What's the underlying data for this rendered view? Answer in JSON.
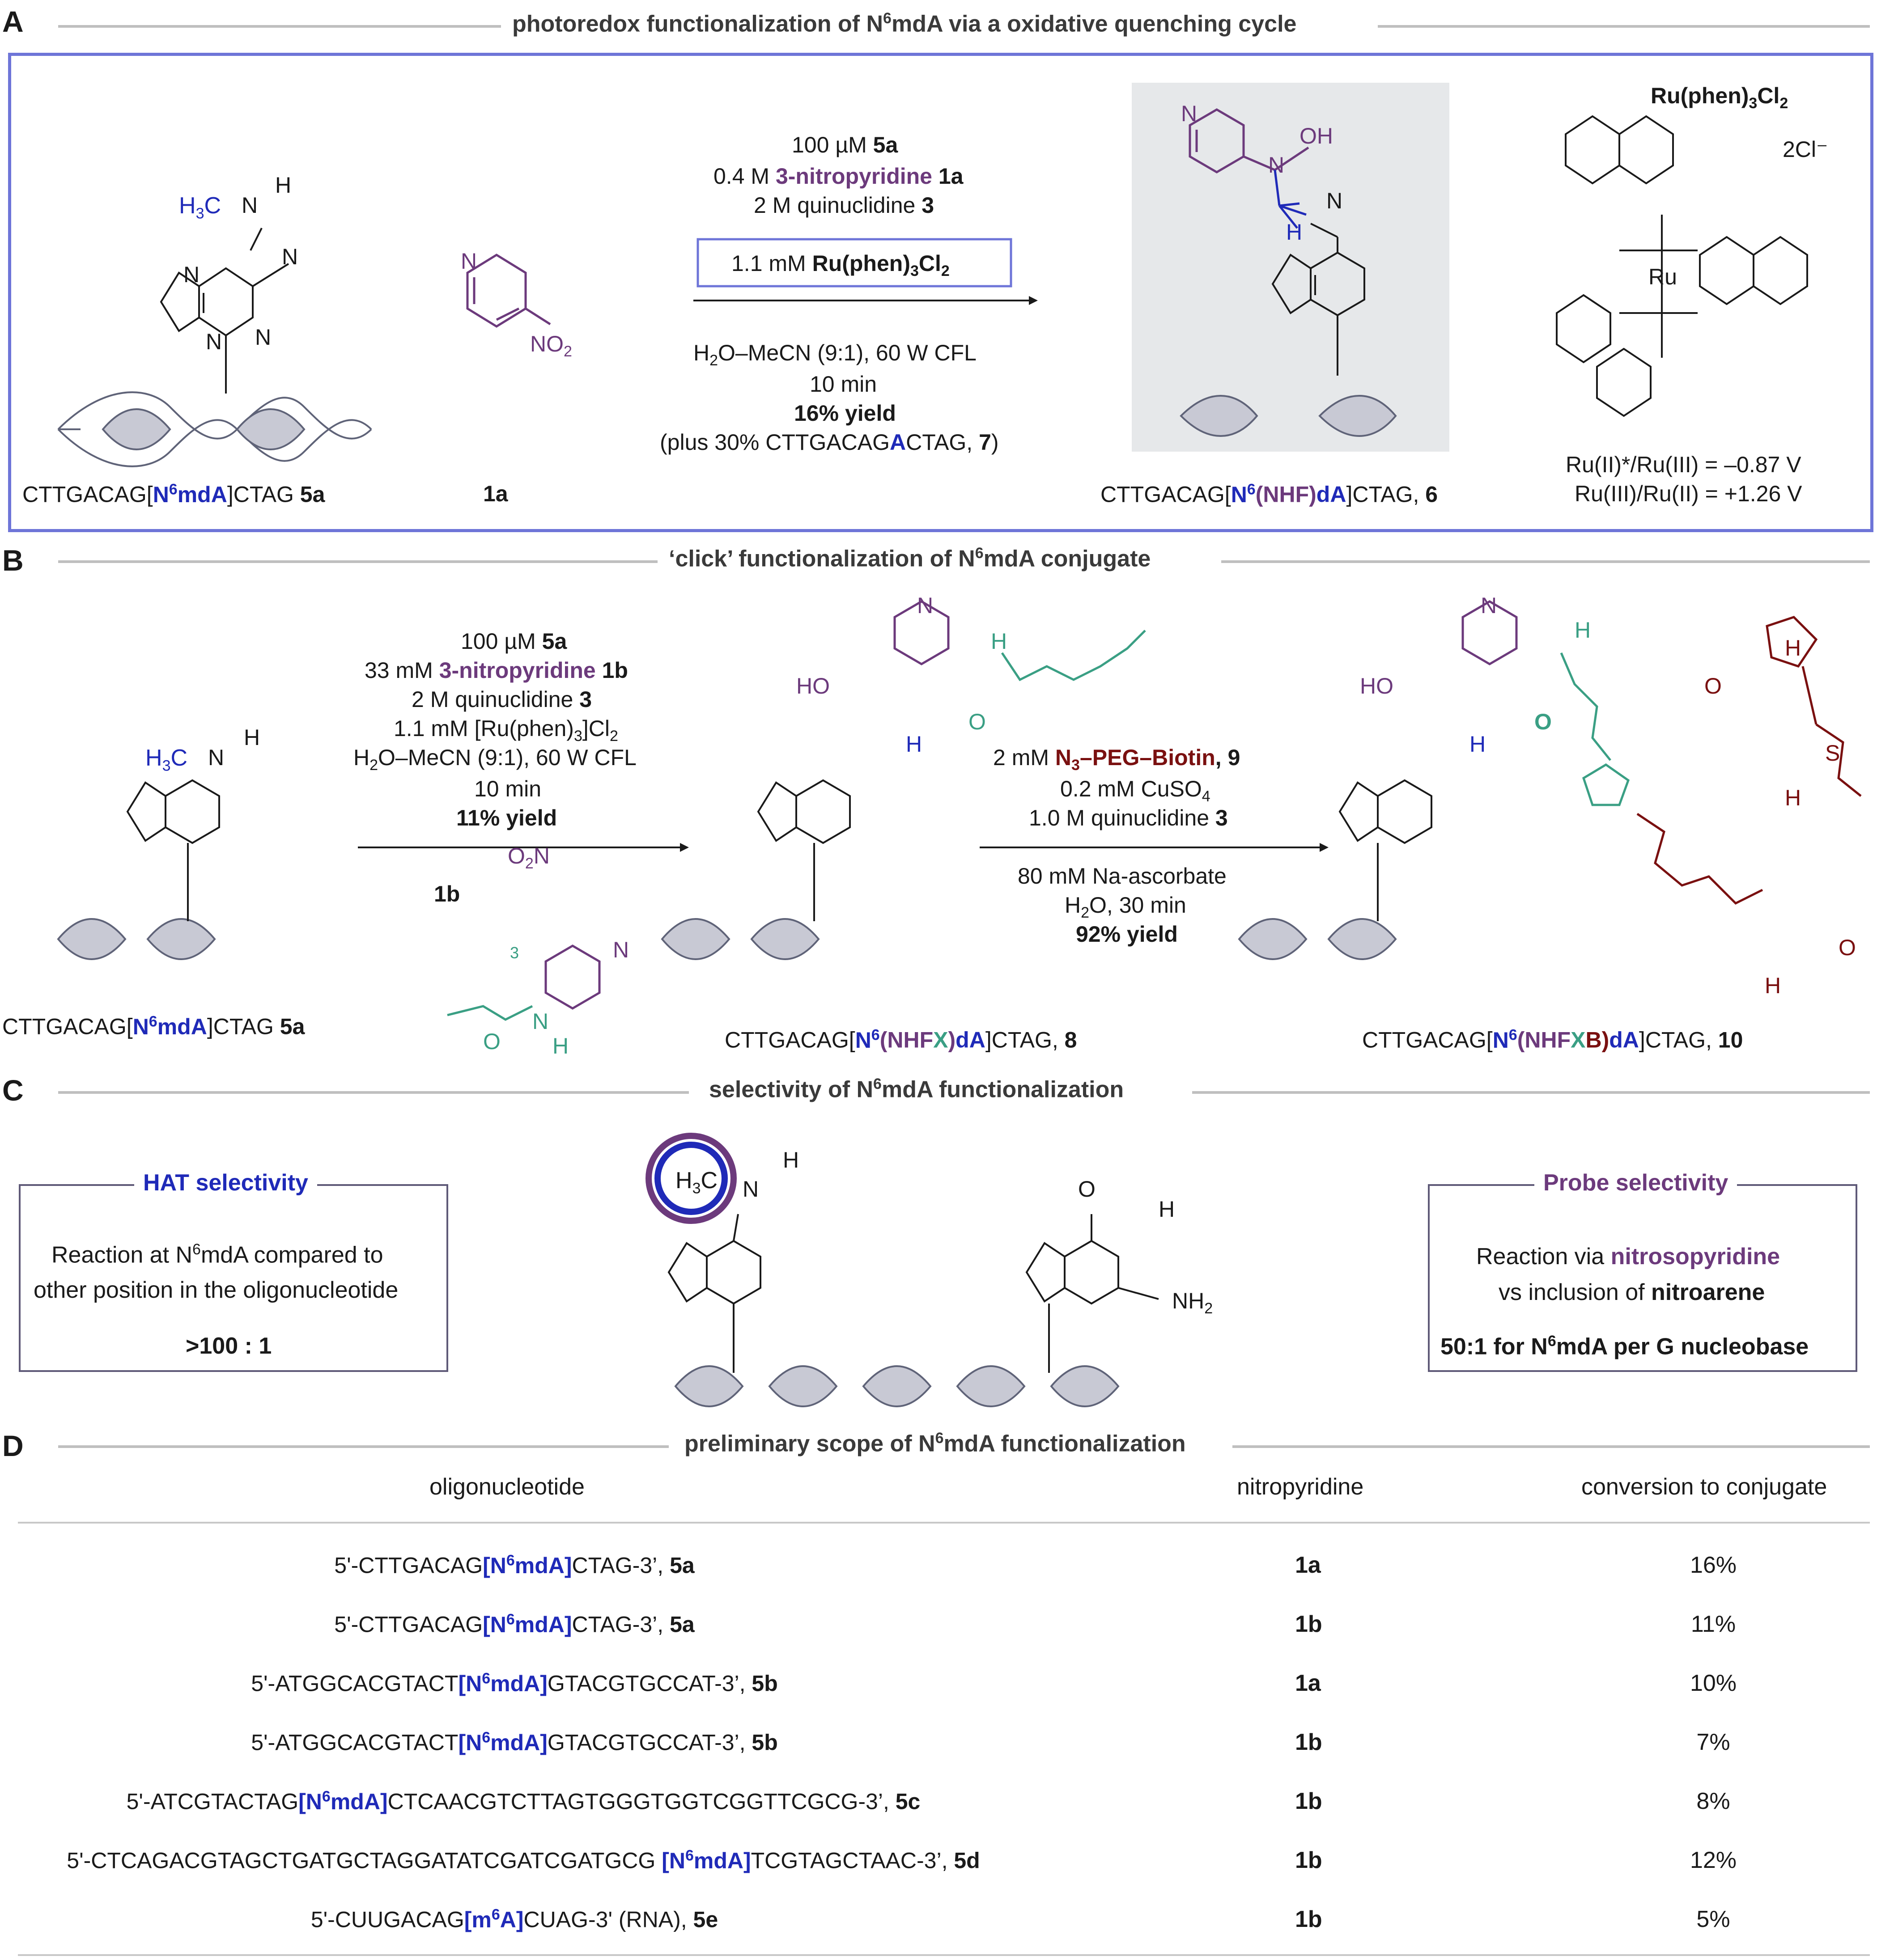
{
  "panels": {
    "A": {
      "letter": "A",
      "title": "photoredox functionalization of N6mdA via a oxidative quenching cycle",
      "title_pre": "photoredox functionalization of N",
      "title_sup": "6",
      "title_post": "mdA via a oxidative quenching cycle",
      "substrate_label_pre": "CTTGACAG[",
      "substrate_label_mod": "N6mdA",
      "substrate_label_post": "]CTAG ",
      "substrate_id": "5a",
      "reagent_label": "1a",
      "conditions": {
        "line1_pre": "100 µM ",
        "line1_bold": "5a",
        "line2_pre": "0.4 M ",
        "line2_purple": "3-nitropyridine",
        "line2_bold": " 1a",
        "line3_pre": "2 M quinuclidine ",
        "line3_bold": "3",
        "catalyst_pre": "1.1 mM ",
        "catalyst_bold": "Ru(phen)3Cl2",
        "line5": "H2O–MeCN (9:1), 60 W CFL",
        "line6": "10 min",
        "yield": "16% yield",
        "side_pre": "(plus 30% CTTGACAG",
        "side_blue": "A",
        "side_post": "CTAG, ",
        "side_bold": "7",
        "side_close": ")"
      },
      "product_label_pre": "CTTGACAG[",
      "product_label_mod1": "N6",
      "product_label_mod2": "(NHF)",
      "product_label_mod3": "dA",
      "product_label_post": "]CTAG, ",
      "product_id": "6",
      "catalyst": {
        "name": "Ru(phen)3Cl2",
        "counterion": "2Cl⁻",
        "center": "Ru",
        "potential1": "Ru(II)*/Ru(III) = –0.87 V",
        "potential2": "Ru(III)/Ru(II) = +1.26 V"
      }
    },
    "B": {
      "letter": "B",
      "title_pre": "‘click’ functionalization of N",
      "title_sup": "6",
      "title_post": "mdA conjugate",
      "conditions1": {
        "line1_pre": "100 µM ",
        "line1_bold": "5a",
        "line2_pre": "33 mM ",
        "line2_purple": "3-nitropyridine",
        "line2_bold": " 1b",
        "line3_pre": "2 M quinuclidine ",
        "line3_bold": "3",
        "line4": "1.1 mM [Ru(phen)3]Cl2",
        "line5": "H2O–MeCN (9:1), 60 W CFL",
        "line6": "10 min",
        "yield": "11% yield",
        "reagent_label": "1b"
      },
      "conditions2": {
        "line1_pre": "2 mM ",
        "line1_red": "N3–PEG–Biotin",
        "line1_bold": ", 9",
        "line2": "0.2 mM CuSO4",
        "line3_pre": "1.0 M quinuclidine ",
        "line3_bold": "3",
        "line4": "80 mM Na-ascorbate",
        "line5": "H2O, 30 min",
        "yield": "92% yield"
      },
      "substrate_label_pre": "CTTGACAG[",
      "substrate_label_mod": "N6mdA",
      "substrate_label_post": "]CTAG ",
      "substrate_id": "5a",
      "product1_label_pre": "CTTGACAG[",
      "product1_mod1": "N6",
      "product1_mod2": "(NHF",
      "product1_mod3": "X",
      "product1_mod4": ")",
      "product1_mod5": "dA",
      "product1_post": "]CTAG, ",
      "product1_id": "8",
      "product2_label_pre": "CTTGACAG[",
      "product2_mod1": "N6",
      "product2_mod2": "(NHF",
      "product2_mod3": "X",
      "product2_mod4": "B)",
      "product2_mod5": "dA",
      "product2_post": "]CTAG, ",
      "product2_id": "10"
    },
    "C": {
      "letter": "C",
      "title_pre": "selectivity of N",
      "title_sup": "6",
      "title_post": "mdA functionalization",
      "hat": {
        "title": "HAT selectivity",
        "line1": "Reaction at N6mdA compared to",
        "line2": "other position in the oligonucleotide",
        "ratio": ">100 : 1"
      },
      "probe": {
        "title": "Probe selectivity",
        "line1_pre": "Reaction via ",
        "line1_purple": "nitrosopyridine",
        "line2_pre": "vs inclusion of ",
        "line2_bold": "nitroarene",
        "ratio_pre": "50:1 for N",
        "ratio_sup": "6",
        "ratio_post": "mdA per G nucleobase"
      }
    },
    "D": {
      "letter": "D",
      "title_pre": "preliminary scope of N",
      "title_sup": "6",
      "title_post": "mdA functionalization",
      "headers": {
        "oligo": "oligonucleotide",
        "nitro": "nitropyridine",
        "conv": "conversion to conjugate"
      },
      "rows": [
        {
          "pre": "5'-CTTGACAG",
          "mod": "[N6mdA]",
          "post": "CTAG-3’, ",
          "id": "5a",
          "nitro": "1a",
          "conv": "16%"
        },
        {
          "pre": "5'-CTTGACAG",
          "mod": "[N6mdA]",
          "post": "CTAG-3’, ",
          "id": "5a",
          "nitro": "1b",
          "conv": "11%"
        },
        {
          "pre": "5'-ATGGCACGTACT",
          "mod": "[N6mdA]",
          "post": "GTACGTGCCAT-3’, ",
          "id": "5b",
          "nitro": "1a",
          "conv": "10%"
        },
        {
          "pre": "5'-ATGGCACGTACT",
          "mod": "[N6mdA]",
          "post": "GTACGTGCCAT-3’, ",
          "id": "5b",
          "nitro": "1b",
          "conv": "7%"
        },
        {
          "pre": "5'-ATCGTACTAG",
          "mod": "[N6mdA]",
          "post": "CTCAACGTCTTAGTGGGTGGTCGGTTCGCG-3’, ",
          "id": "5c",
          "nitro": "1b",
          "conv": "8%"
        },
        {
          "pre": "5'-CTCAGACGTAGCTGATGCTAGGATATCGATCGATGCG ",
          "mod": "[N6mdA]",
          "post": "TCGTAGCTAAC-3’, ",
          "id": "5d",
          "nitro": "1b",
          "conv": "12%"
        },
        {
          "pre": "5'-CUUGACAG",
          "mod": "[m6A]",
          "post": "CUAG-3' (RNA), ",
          "id": "5e",
          "nitro": "1b",
          "conv": "5%"
        }
      ]
    }
  },
  "chem_labels": {
    "N": "N",
    "H": "H",
    "OH": "OH",
    "HO": "HO",
    "O": "O",
    "S": "S",
    "H3C": "H3C",
    "NO2": "NO2",
    "O2N": "O2N",
    "NH2": "NH2",
    "n3": "3"
  }
}
